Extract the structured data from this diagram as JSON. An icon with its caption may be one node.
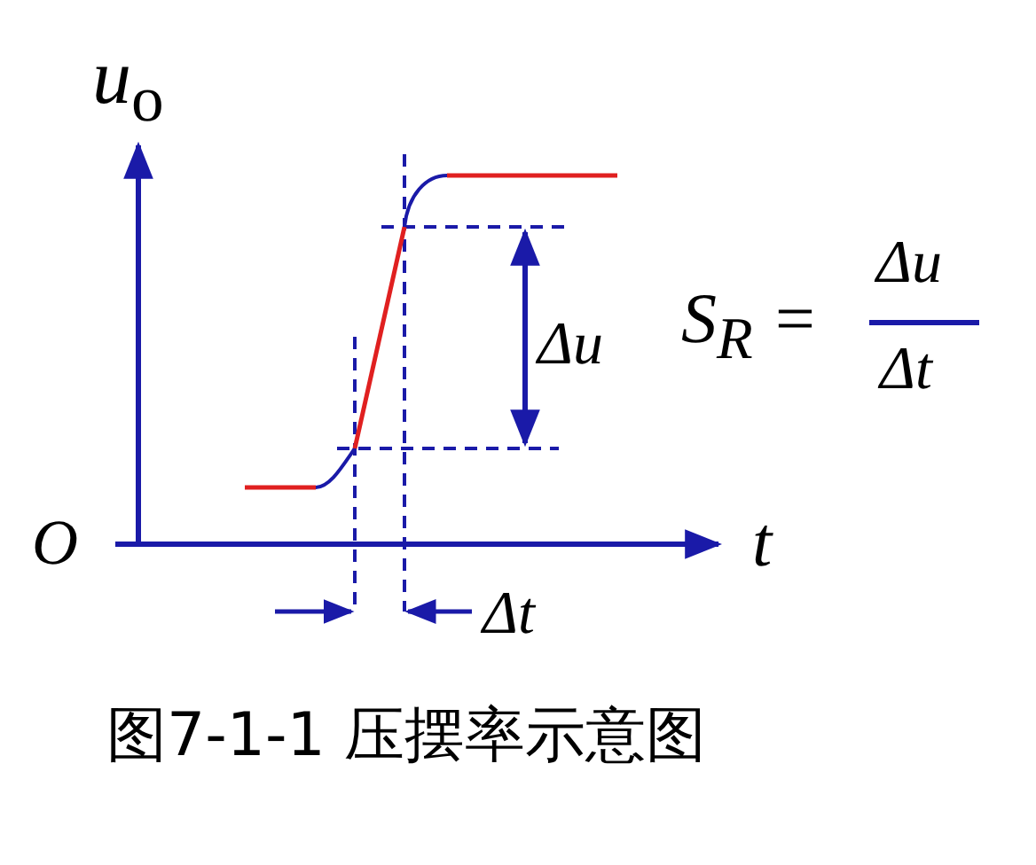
{
  "diagram": {
    "caption": "图7-1-1 压摆率示意图",
    "labels": [
      "*u*$_{o}$",
      "Δu",
      "S$_{R}$ =",
      "Δu",
      "Δt",
      "O",
      "t",
      "Δt"
    ]
  }
}
